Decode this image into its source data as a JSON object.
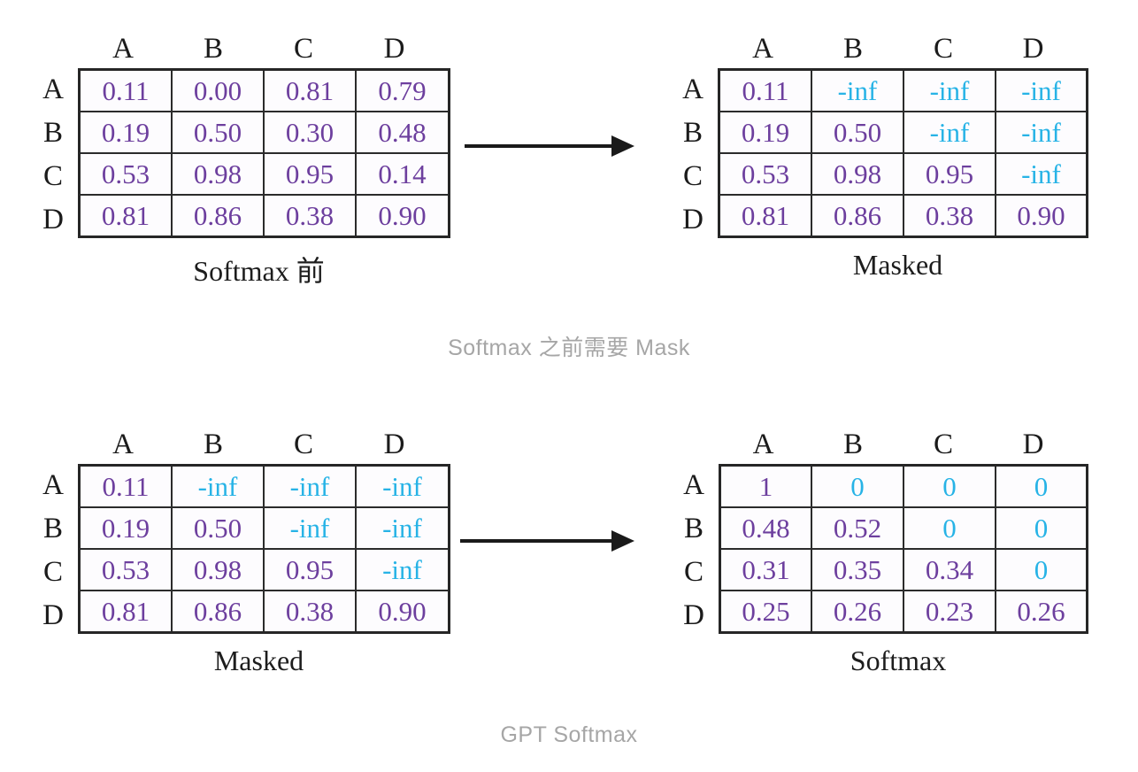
{
  "figure": {
    "section_captions": [
      {
        "id": "mask-caption",
        "text": "Softmax 之前需要 Mask"
      },
      {
        "id": "gpt-softmax-caption",
        "text": "GPT Softmax"
      }
    ],
    "arrows": [
      {
        "id": "arrow-top",
        "glyph": "→"
      },
      {
        "id": "arrow-bottom",
        "glyph": "→"
      }
    ],
    "matrices": [
      {
        "id": "pre-softmax",
        "caption": "Softmax 前",
        "col_headers": [
          "A",
          "B",
          "C",
          "D"
        ],
        "row_labels": [
          "A",
          "B",
          "C",
          "D"
        ],
        "rows": [
          [
            {
              "v": "0.11",
              "masked": false
            },
            {
              "v": "0.00",
              "masked": false
            },
            {
              "v": "0.81",
              "masked": false
            },
            {
              "v": "0.79",
              "masked": false
            }
          ],
          [
            {
              "v": "0.19",
              "masked": false
            },
            {
              "v": "0.50",
              "masked": false
            },
            {
              "v": "0.30",
              "masked": false
            },
            {
              "v": "0.48",
              "masked": false
            }
          ],
          [
            {
              "v": "0.53",
              "masked": false
            },
            {
              "v": "0.98",
              "masked": false
            },
            {
              "v": "0.95",
              "masked": false
            },
            {
              "v": "0.14",
              "masked": false
            }
          ],
          [
            {
              "v": "0.81",
              "masked": false
            },
            {
              "v": "0.86",
              "masked": false
            },
            {
              "v": "0.38",
              "masked": false
            },
            {
              "v": "0.90",
              "masked": false
            }
          ]
        ]
      },
      {
        "id": "masked-top",
        "caption": "Masked",
        "col_headers": [
          "A",
          "B",
          "C",
          "D"
        ],
        "row_labels": [
          "A",
          "B",
          "C",
          "D"
        ],
        "rows": [
          [
            {
              "v": "0.11",
              "masked": false
            },
            {
              "v": "-inf",
              "masked": true
            },
            {
              "v": "-inf",
              "masked": true
            },
            {
              "v": "-inf",
              "masked": true
            }
          ],
          [
            {
              "v": "0.19",
              "masked": false
            },
            {
              "v": "0.50",
              "masked": false
            },
            {
              "v": "-inf",
              "masked": true
            },
            {
              "v": "-inf",
              "masked": true
            }
          ],
          [
            {
              "v": "0.53",
              "masked": false
            },
            {
              "v": "0.98",
              "masked": false
            },
            {
              "v": "0.95",
              "masked": false
            },
            {
              "v": "-inf",
              "masked": true
            }
          ],
          [
            {
              "v": "0.81",
              "masked": false
            },
            {
              "v": "0.86",
              "masked": false
            },
            {
              "v": "0.38",
              "masked": false
            },
            {
              "v": "0.90",
              "masked": false
            }
          ]
        ]
      },
      {
        "id": "masked-bottom",
        "caption": "Masked",
        "col_headers": [
          "A",
          "B",
          "C",
          "D"
        ],
        "row_labels": [
          "A",
          "B",
          "C",
          "D"
        ],
        "rows": [
          [
            {
              "v": "0.11",
              "masked": false
            },
            {
              "v": "-inf",
              "masked": true
            },
            {
              "v": "-inf",
              "masked": true
            },
            {
              "v": "-inf",
              "masked": true
            }
          ],
          [
            {
              "v": "0.19",
              "masked": false
            },
            {
              "v": "0.50",
              "masked": false
            },
            {
              "v": "-inf",
              "masked": true
            },
            {
              "v": "-inf",
              "masked": true
            }
          ],
          [
            {
              "v": "0.53",
              "masked": false
            },
            {
              "v": "0.98",
              "masked": false
            },
            {
              "v": "0.95",
              "masked": false
            },
            {
              "v": "-inf",
              "masked": true
            }
          ],
          [
            {
              "v": "0.81",
              "masked": false
            },
            {
              "v": "0.86",
              "masked": false
            },
            {
              "v": "0.38",
              "masked": false
            },
            {
              "v": "0.90",
              "masked": false
            }
          ]
        ]
      },
      {
        "id": "softmax",
        "caption": "Softmax",
        "col_headers": [
          "A",
          "B",
          "C",
          "D"
        ],
        "row_labels": [
          "A",
          "B",
          "C",
          "D"
        ],
        "rows": [
          [
            {
              "v": "1",
              "masked": false
            },
            {
              "v": "0",
              "masked": true
            },
            {
              "v": "0",
              "masked": true
            },
            {
              "v": "0",
              "masked": true
            }
          ],
          [
            {
              "v": "0.48",
              "masked": false
            },
            {
              "v": "0.52",
              "masked": false
            },
            {
              "v": "0",
              "masked": true
            },
            {
              "v": "0",
              "masked": true
            }
          ],
          [
            {
              "v": "0.31",
              "masked": false
            },
            {
              "v": "0.35",
              "masked": false
            },
            {
              "v": "0.34",
              "masked": false
            },
            {
              "v": "0",
              "masked": true
            }
          ],
          [
            {
              "v": "0.25",
              "masked": false
            },
            {
              "v": "0.26",
              "masked": false
            },
            {
              "v": "0.23",
              "masked": false
            },
            {
              "v": "0.26",
              "masked": false
            }
          ]
        ]
      }
    ],
    "colors": {
      "value_purple": "#6d3f9e",
      "masked_cyan": "#27b3e6",
      "grid_black": "#2b2b2b",
      "caption_grey": "#a6a6a6"
    }
  }
}
